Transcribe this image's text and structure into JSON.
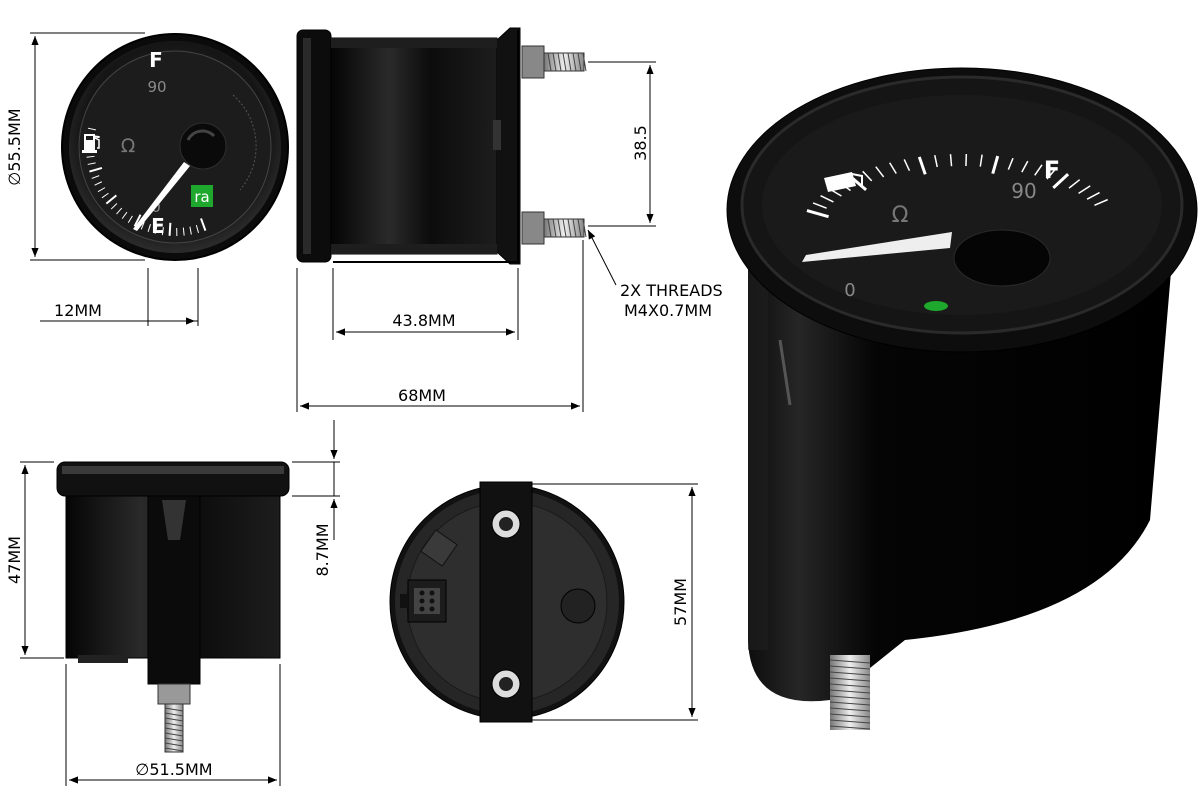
{
  "front_view": {
    "top_symbol": "F",
    "bottom_symbol": "E",
    "scale_top_number": "90",
    "scale_bottom_number": "0",
    "unit_symbol": "Ω",
    "logo_text": "ra",
    "logo_color": "#1fa82e",
    "fuel_icon": "fuel-pump-icon"
  },
  "iso_view": {
    "top_symbol": "F",
    "scale_top_number": "90",
    "scale_bottom_number": "0",
    "unit_symbol": "Ω",
    "fuel_icon": "fuel-pump-icon"
  },
  "dimensions": {
    "diameter_front": "∅55.5MM",
    "bezel_depth": "12MM",
    "body_length": "43.8MM",
    "overall_length": "68MM",
    "stud_spacing": "38.5",
    "thread_note_line1": "2X THREADS",
    "thread_note_line2": "M4X0.7MM",
    "height_overall": "47MM",
    "flange_height": "8.7MM",
    "diameter_body": "∅51.5MM",
    "bracket_length": "57MM"
  },
  "colors": {
    "gauge_body": "#0a0a0a",
    "gauge_face": "#1a1a1a",
    "needle": "#ffffff",
    "lines": "#000000"
  }
}
